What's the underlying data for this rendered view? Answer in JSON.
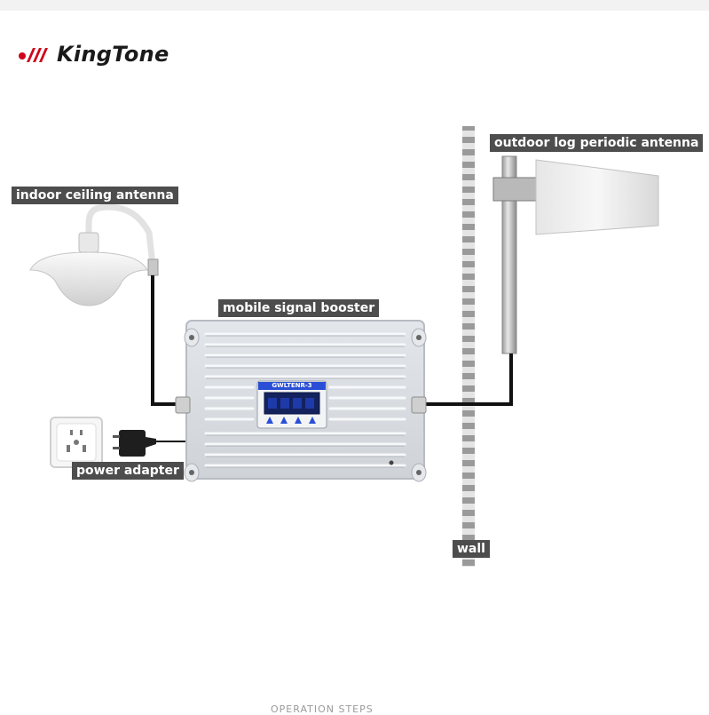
{
  "brand": {
    "name": "KingTone",
    "logo_color": "#d0021b"
  },
  "labels": {
    "indoor_antenna": "indoor ceiling antenna",
    "outdoor_antenna": "outdoor log periodic antenna",
    "booster": "mobile signal booster",
    "power_adapter": "power adapter",
    "wall": "wall"
  },
  "booster": {
    "model": "GWLTENR-3"
  },
  "footer": {
    "text": "OPERATION STEPS"
  },
  "colors": {
    "label_bg": "#4d4d4d",
    "cable": "#111111",
    "booster_body": "#dcdfe4",
    "screen": "#2a4fd6"
  }
}
